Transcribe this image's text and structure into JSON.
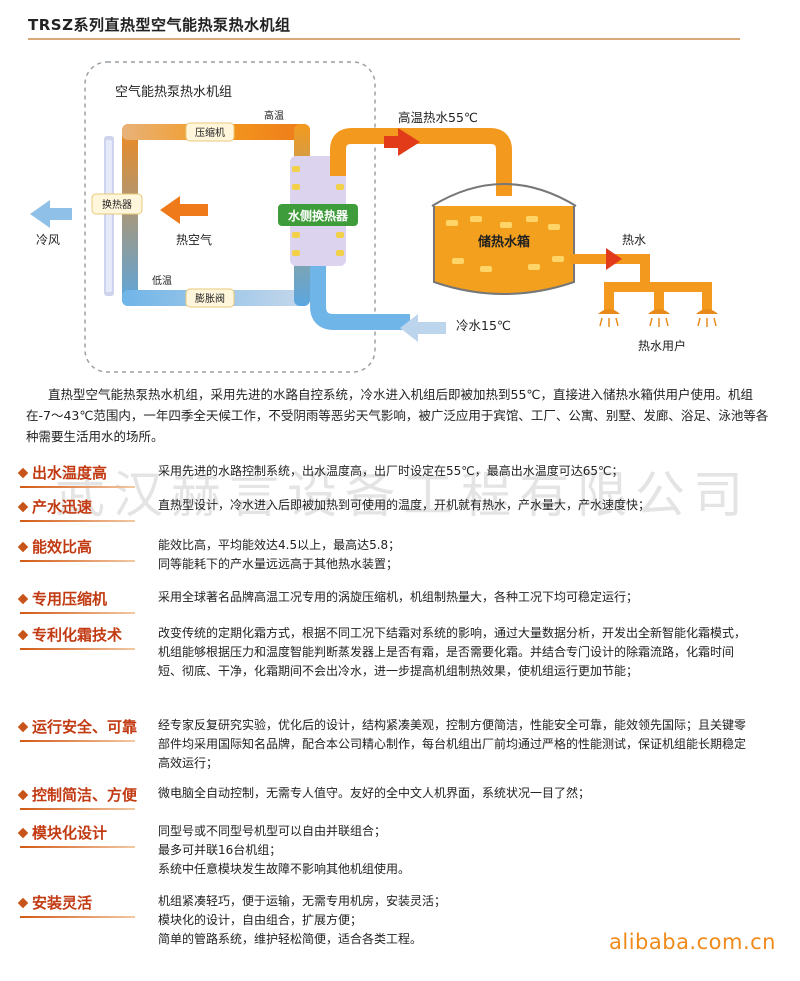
{
  "header": {
    "title": "TRSZ系列直热型空气能热泵热水机组"
  },
  "diagram": {
    "unit_label": "空气能热泵热水机组",
    "compressor": "压缩机",
    "high_temp": "高温",
    "evaporator": "换热器",
    "hot_air": "热空气",
    "cold_wind": "冷风",
    "water_hx": "水侧换热器",
    "low_temp": "低温",
    "expansion_valve": "膨胀阀",
    "hot_water_out": "高温热水55℃",
    "tank": "储热水箱",
    "hot_water": "热水",
    "cold_water_in": "冷水15℃",
    "users": "热水用户"
  },
  "intro": "直热型空气能热泵热水机组，采用先进的水路自控系统，冷水进入机组后即被加热到55℃，直接进入储热水箱供用户使用。机组在-7～43℃范围内，一年四季全天候工作，不受阴雨等恶劣天气影响，被广泛应用于宾馆、工厂、公寓、别墅、发廊、浴足、泳池等各种需要生活用水的场所。",
  "features": [
    {
      "label": "出水温度高",
      "lines": [
        "采用先进的水路控制系统，出水温度高，出厂时设定在55℃，最高出水温度可达65℃；"
      ]
    },
    {
      "label": "产水迅速",
      "lines": [
        "直热型设计，冷水进入后即被加热到可使用的温度，开机就有热水，产水量大，产水速度快；"
      ]
    },
    {
      "label": "能效比高",
      "lines": [
        "能效比高，平均能效达4.5以上，最高达5.8；",
        "同等能耗下的产水量远远高于其他热水装置；"
      ]
    },
    {
      "label": "专用压缩机",
      "lines": [
        "采用全球著名品牌高温工况专用的涡旋压缩机，机组制热量大，各种工况下均可稳定运行；"
      ]
    },
    {
      "label": "专利化霜技术",
      "lines": [
        "改变传统的定期化霜方式，根据不同工况下结霜对系统的影响，通过大量数据分析，开发出全新智能化霜模式，机组能够根据压力和温度智能判断蒸发器上是否有霜，是否需要化霜。并结合专门设计的除霜流路，化霜时间短、彻底、干净，化霜期间不会出冷水，进一步提高机组制热效果，使机组运行更加节能；"
      ]
    },
    {
      "label": "运行安全、可靠",
      "lines": [
        "经专家反复研究实验，优化后的设计，结构紧凑美观，控制方便简洁，性能安全可靠，能效领先国际；且关键零部件均采用国际知名品牌，配合本公司精心制作，每台机组出厂前均通过严格的性能测试，保证机组能长期稳定高效运行；"
      ]
    },
    {
      "label": "控制简洁、方便",
      "lines": [
        "微电脑全自动控制，无需专人值守。友好的全中文人机界面，系统状况一目了然；"
      ]
    },
    {
      "label": "模块化设计",
      "lines": [
        "同型号或不同型号机型可以自由并联组合；",
        "最多可并联16台机组；",
        "系统中任意模块发生故障不影响其他机组使用。"
      ]
    },
    {
      "label": "安装灵活",
      "lines": [
        "机组紧凑轻巧，便于运输，无需专用机房，安装灵活；",
        "模块化的设计，自由组合，扩展方便；",
        "简单的管路系统，维护轻松简便，适合各类工程。"
      ]
    }
  ],
  "watermark": "武汉赫言设备工程有限公司",
  "footer": {
    "brand": "alibaba.com.cn"
  },
  "colors": {
    "accent": "#c23a12",
    "pipe_hot": "#f39a1e",
    "pipe_cold": "#5aa6e0",
    "arrow_red": "#e23b1a",
    "brand_orange": "#f08a1a"
  }
}
